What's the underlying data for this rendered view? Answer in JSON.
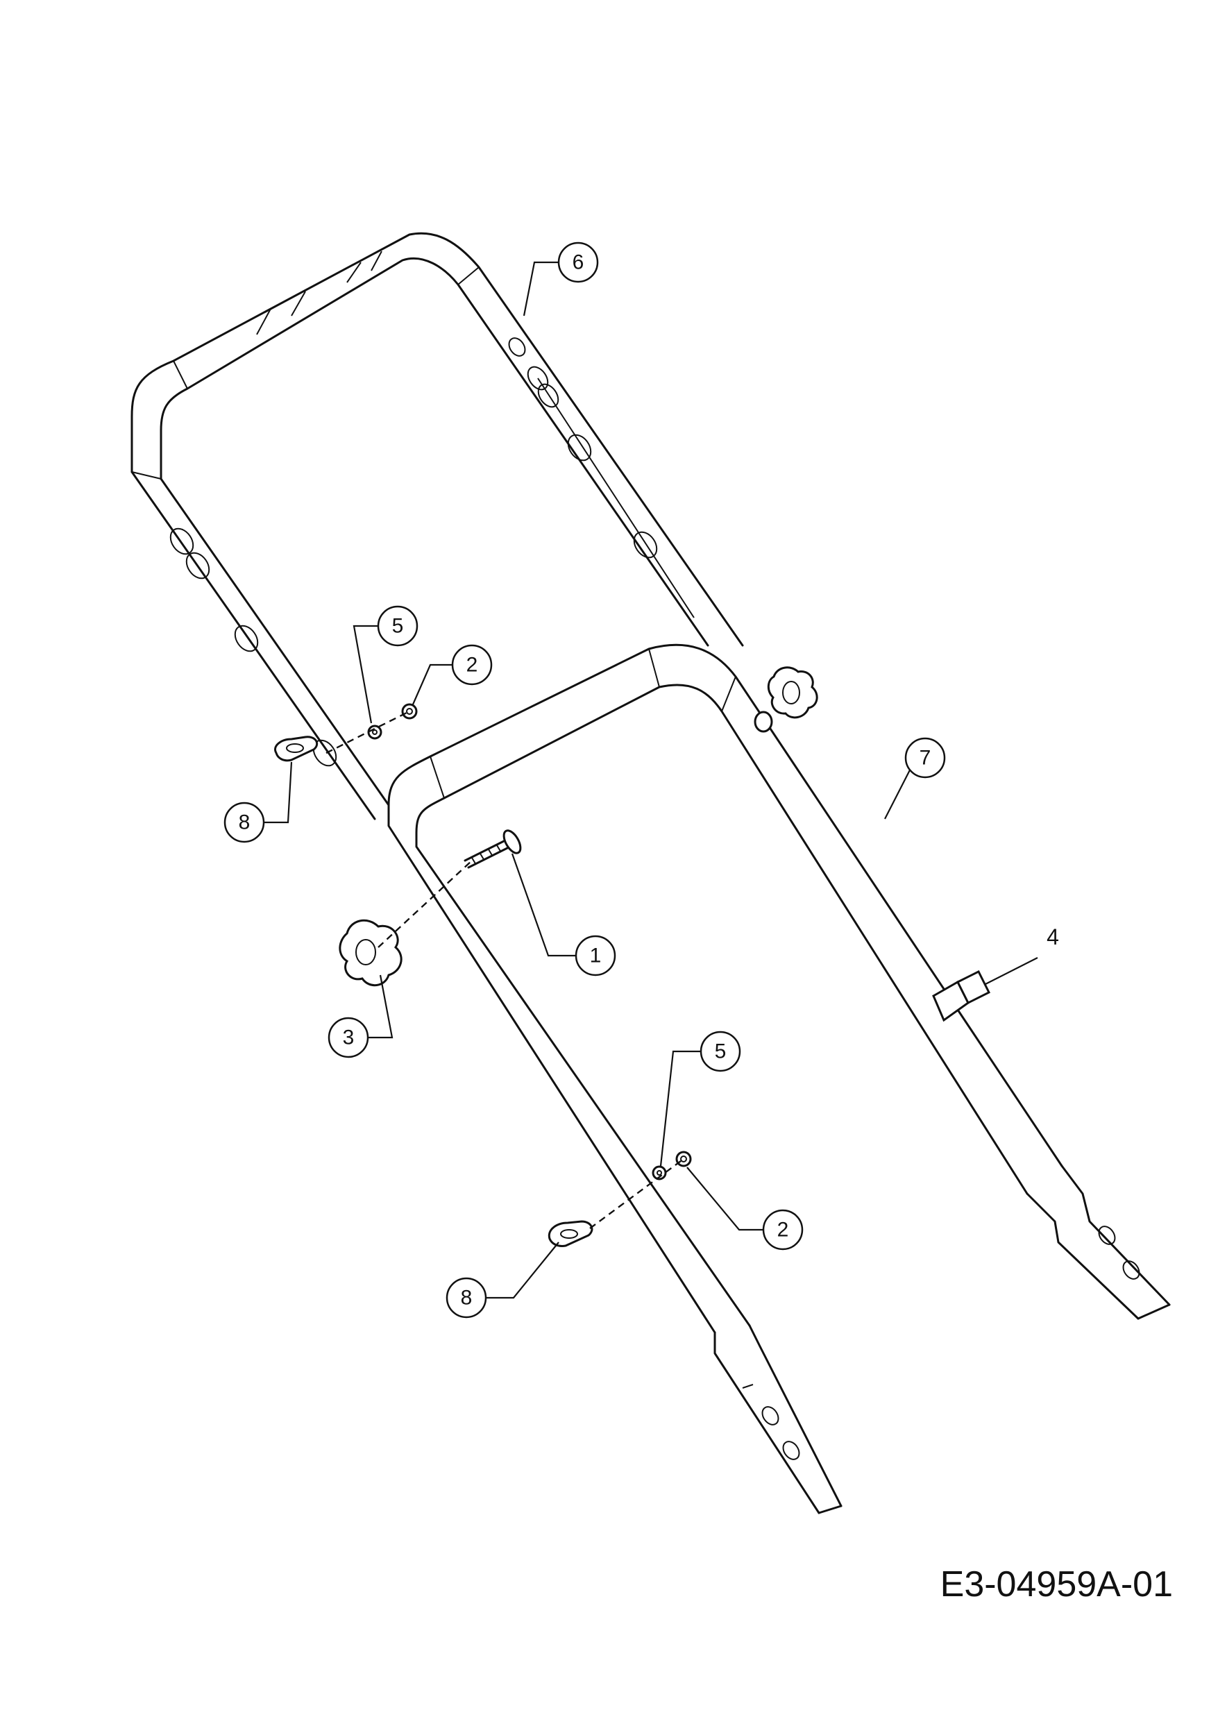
{
  "diagram": {
    "drawing_code": "E3-04959A-01",
    "callouts": [
      {
        "id": "c6",
        "label": "6"
      },
      {
        "id": "c5a",
        "label": "5"
      },
      {
        "id": "c2a",
        "label": "2"
      },
      {
        "id": "c8a",
        "label": "8"
      },
      {
        "id": "c7",
        "label": "7"
      },
      {
        "id": "c4",
        "label": "4"
      },
      {
        "id": "c1",
        "label": "1"
      },
      {
        "id": "c3",
        "label": "3"
      },
      {
        "id": "c5b",
        "label": "5"
      },
      {
        "id": "c2b",
        "label": "2"
      },
      {
        "id": "c8b",
        "label": "8"
      }
    ]
  }
}
